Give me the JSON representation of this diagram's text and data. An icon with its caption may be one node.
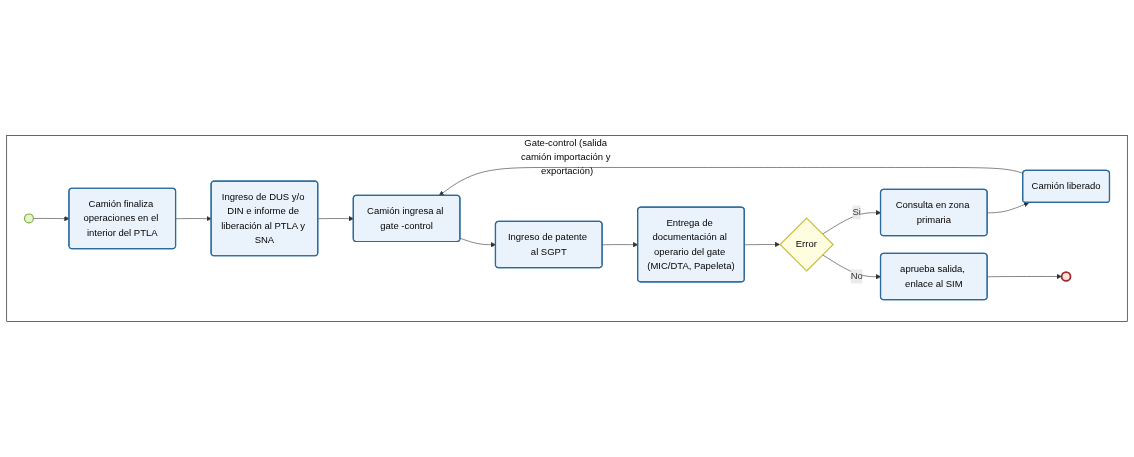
{
  "diagram": {
    "nodes": [
      {
        "text": [
          "Gate-control (salida camión importación y exportación)"
        ]
      },
      {
        "text": [],
        "shape": "circle",
        "in": 0
      },
      {
        "text": [
          "Camión finaliza operaciones en el interior del PTLA"
        ],
        "in": 0
      },
      {
        "text": [
          "Ingreso de DUS y/o DIN e informe de liberación al PTLA y SNA"
        ],
        "in": 0
      },
      {
        "text": [
          "Camión ingresa al gate -control"
        ],
        "in": 0
      },
      {
        "text": [
          "Ingreso de patente al SGPT"
        ],
        "in": 0
      },
      {
        "text": [
          "Entrega de documentación al operario del gate (MIC/DTA, Papeleta)"
        ],
        "in": 0
      },
      {
        "text": [
          "Error"
        ],
        "in": 0
      },
      {
        "text": [
          "Camión liberado"
        ],
        "in": 0
      },
      {
        "text": [
          "Consulta en zona primaria"
        ],
        "in": 0
      },
      {
        "text": [
          "aprueba salida, enlace al SIM"
        ],
        "in": 0
      },
      {
        "text": [],
        "shape": "circle",
        "in": 0
      }
    ],
    "edges": [
      {
        "from": 1,
        "to": 2,
        "arrow": "to"
      },
      {
        "from": 2,
        "to": 3,
        "arrow": "to"
      },
      {
        "from": 3,
        "to": 4,
        "arrow": "to"
      },
      {
        "from": 4,
        "to": 5,
        "arrow": "to"
      },
      {
        "from": 5,
        "to": 6,
        "arrow": "to"
      },
      {
        "from": 6,
        "to": 7,
        "arrow": "to"
      },
      {
        "from": 7,
        "to": 9,
        "arrow": "to",
        "label": "Si"
      },
      {
        "from": 9,
        "to": 8,
        "arrow": "to"
      },
      {
        "from": 8,
        "to": 4,
        "arrow": "to"
      },
      {
        "from": 7,
        "to": 10,
        "arrow": "to",
        "label": "No"
      },
      {
        "from": 10,
        "to": 11,
        "arrow": "to"
      }
    ]
  }
}
